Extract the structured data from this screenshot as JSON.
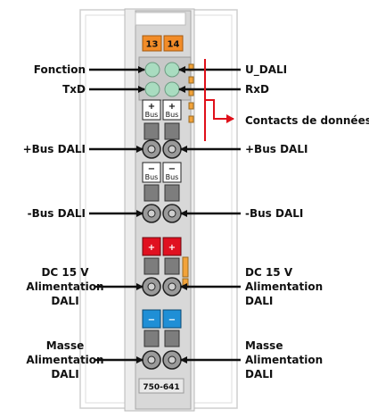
{
  "device": {
    "model": "750-641",
    "terminal_numbers": [
      "13",
      "14"
    ]
  },
  "labels": {
    "left": [
      "Fonction",
      "TxD",
      "+Bus DALI",
      "-Bus DALI",
      "DC 15 V\nAlimentation\nDALI",
      "Masse\nAlimentation\nDALI"
    ],
    "right": [
      "U_DALI",
      "RxD",
      "+Bus DALI",
      "-Bus DALI",
      "DC 15 V\nAlimentation\nDALI",
      "Masse\nAlimentation\nDALI"
    ],
    "data_contacts": "Contacts de données"
  },
  "marks": {
    "plus": "+",
    "minus": "−",
    "bus": "Bus"
  },
  "colors": {
    "module_body": "#dcdcdc",
    "module_outline": "#cfcfcf",
    "led": "#a9dcc0",
    "terminal_tag": "#f28c28",
    "plus_marker": "#e01020",
    "minus_marker": "#1f8fd6",
    "data_contact": "#f2a33a",
    "callout": "#e0101a",
    "arrow": "#111111"
  }
}
